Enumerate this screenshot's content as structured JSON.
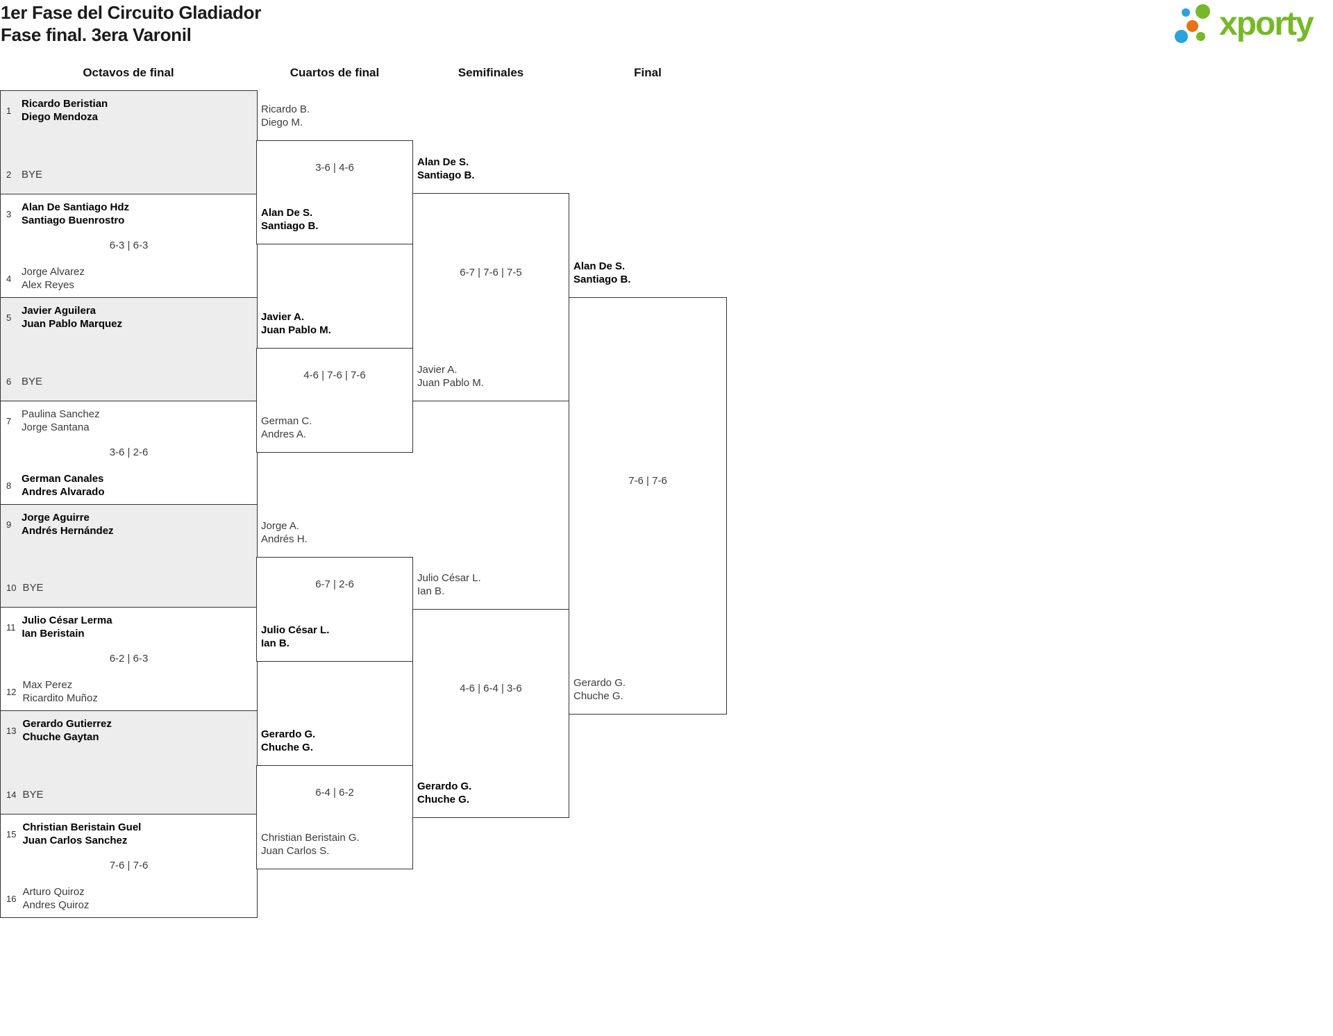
{
  "title": "1er Fase del Circuito Gladiador",
  "subtitle": "Fase final. 3era Varonil",
  "round_headers": [
    "Octavos de final",
    "Cuartos de final",
    "Semifinales",
    "Final"
  ],
  "logo": {
    "text": "xporty",
    "colors": {
      "green": "#76b82a",
      "blue": "#2ba3dc",
      "orange": "#e67312"
    }
  },
  "colors": {
    "border": "#333333",
    "shaded_bg": "#ededed",
    "winner_text": "#000000",
    "loser_text": "#3b3b3b"
  },
  "octavos": [
    {
      "shaded": true,
      "seed1": "1",
      "team1": [
        "Ricardo Beristian",
        "Diego Mendoza"
      ],
      "seed2": "2",
      "team2": [
        "BYE"
      ],
      "bye": true,
      "winner": "top",
      "score": ""
    },
    {
      "shaded": false,
      "seed1": "3",
      "team1": [
        "Alan De Santiago Hdz",
        "Santiago Buenrostro"
      ],
      "seed2": "4",
      "team2": [
        "Jorge Alvarez",
        "Alex Reyes"
      ],
      "bye": false,
      "winner": "top",
      "score": "6-3 | 6-3"
    },
    {
      "shaded": true,
      "seed1": "5",
      "team1": [
        "Javier Aguilera",
        "Juan Pablo Marquez"
      ],
      "seed2": "6",
      "team2": [
        "BYE"
      ],
      "bye": true,
      "winner": "top",
      "score": ""
    },
    {
      "shaded": false,
      "seed1": "7",
      "team1": [
        "Paulina Sanchez",
        "Jorge Santana"
      ],
      "seed2": "8",
      "team2": [
        "German Canales",
        "Andres Alvarado"
      ],
      "bye": false,
      "winner": "bottom",
      "score": "3-6 | 2-6"
    },
    {
      "shaded": true,
      "seed1": "9",
      "team1": [
        "Jorge Aguirre",
        "Andrés Hernández"
      ],
      "seed2": "10",
      "team2": [
        "BYE"
      ],
      "bye": true,
      "winner": "top",
      "score": ""
    },
    {
      "shaded": false,
      "seed1": "11",
      "team1": [
        "Julio César Lerma",
        "Ian Beristain"
      ],
      "seed2": "12",
      "team2": [
        "Max Perez",
        "Ricardito Muñoz"
      ],
      "bye": false,
      "winner": "top",
      "score": "6-2 | 6-3"
    },
    {
      "shaded": true,
      "seed1": "13",
      "team1": [
        "Gerardo Gutierrez",
        "Chuche Gaytan"
      ],
      "seed2": "14",
      "team2": [
        "BYE"
      ],
      "bye": true,
      "winner": "top",
      "score": ""
    },
    {
      "shaded": false,
      "seed1": "15",
      "team1": [
        "Christian Beristain Guel",
        "Juan Carlos Sanchez"
      ],
      "seed2": "16",
      "team2": [
        "Arturo Quiroz",
        "Andres Quiroz"
      ],
      "bye": false,
      "winner": "top",
      "score": "7-6 | 7-6"
    }
  ],
  "cuartos": [
    {
      "team1": [
        "Ricardo B.",
        "Diego M."
      ],
      "team2": [
        "Alan De S.",
        "Santiago B."
      ],
      "winner": "bottom",
      "score": "3-6 | 4-6"
    },
    {
      "team1": [
        "Javier A.",
        "Juan Pablo M."
      ],
      "team2": [
        "German C.",
        "Andres A."
      ],
      "winner": "top",
      "score": "4-6 | 7-6 | 7-6"
    },
    {
      "team1": [
        "Jorge A.",
        "Andrés H."
      ],
      "team2": [
        "Julio César L.",
        "Ian B."
      ],
      "winner": "bottom",
      "score": "6-7 | 2-6"
    },
    {
      "team1": [
        "Gerardo G.",
        "Chuche G."
      ],
      "team2": [
        "Christian Beristain G.",
        "Juan Carlos S."
      ],
      "winner": "top",
      "score": "6-4 | 6-2"
    }
  ],
  "semifinales": [
    {
      "team1": [
        "Alan De S.",
        "Santiago B."
      ],
      "team2": [
        "Javier A.",
        "Juan Pablo M."
      ],
      "winner": "top",
      "score": "6-7 | 7-6 | 7-5"
    },
    {
      "team1": [
        "Julio César L.",
        "Ian B."
      ],
      "team2": [
        "Gerardo G.",
        "Chuche G."
      ],
      "winner": "bottom",
      "score": "4-6 | 6-4 | 3-6"
    }
  ],
  "final": [
    {
      "team1": [
        "Alan De S.",
        "Santiago B."
      ],
      "team2": [
        "Gerardo G.",
        "Chuche G."
      ],
      "winner": "top",
      "score": "7-6 | 7-6"
    }
  ]
}
